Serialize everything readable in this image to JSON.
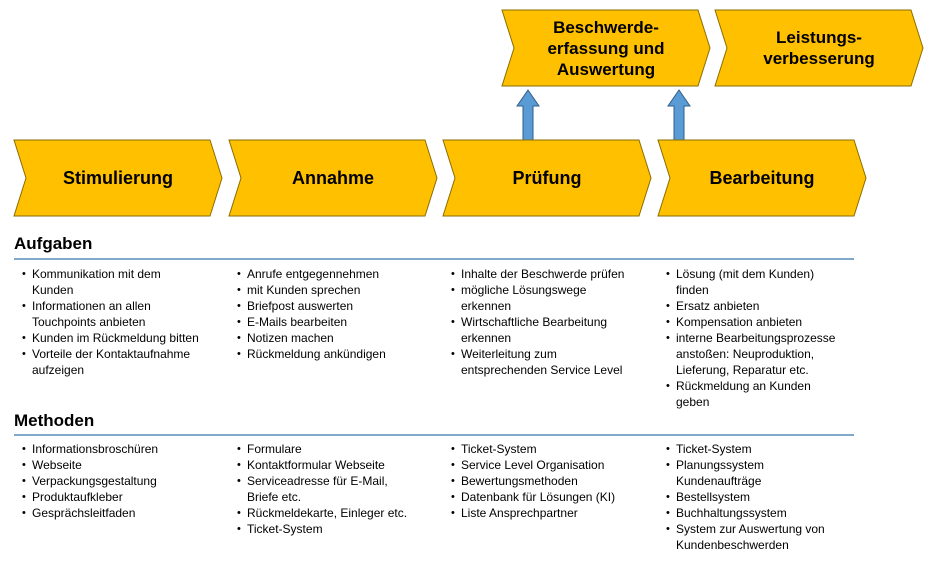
{
  "top_steps": [
    "Beschwerde-\nerfassung und\nAuswertung",
    "Leistungs-\nverbesserung"
  ],
  "steps": [
    "Stimulierung",
    "Annahme",
    "Prüfung",
    "Bearbeitung"
  ],
  "sections": {
    "aufgaben": {
      "title": "Aufgaben",
      "columns": [
        [
          "Kommunikation mit dem\nKunden",
          "Informationen  an allen\nTouchpoints anbieten",
          "Kunden im Rückmeldung bitten",
          "Vorteile der Kontaktaufnahme\naufzeigen"
        ],
        [
          "Anrufe entgegennehmen",
          "mit Kunden sprechen",
          "Briefpost auswerten",
          "E-Mails bearbeiten",
          "Notizen machen",
          "Rückmeldung ankündigen"
        ],
        [
          "Inhalte der Beschwerde prüfen",
          "mögliche Lösungswege\nerkennen",
          "Wirtschaftliche Bearbeitung\nerkennen",
          "Weiterleitung zum\nentsprechenden Service Level"
        ],
        [
          "Lösung (mit dem Kunden)\nfinden",
          "Ersatz anbieten",
          "Kompensation anbieten",
          "interne Bearbeitungsprozesse\nanstoßen: Neuproduktion,\nLieferung, Reparatur etc.",
          "Rückmeldung an Kunden\ngeben"
        ]
      ]
    },
    "methoden": {
      "title": "Methoden",
      "columns": [
        [
          "Informationsbroschüren",
          "Webseite",
          "Verpackungsgestaltung",
          "Produktaufkleber",
          "Gesprächsleitfaden"
        ],
        [
          "Formulare",
          "Kontaktformular Webseite",
          "Serviceadresse für E-Mail,\nBriefe etc.",
          "Rückmeldekarte, Einleger etc.",
          "Ticket-System"
        ],
        [
          "Ticket-System",
          "Service Level Organisation",
          "Bewertungsmethoden",
          "Datenbank für Lösungen (KI)",
          "Liste Ansprechpartner"
        ],
        [
          "Ticket-System",
          "Planungssystem\nKundenaufträge",
          "Bestellsystem",
          "Buchhaltungssystem",
          "System zur Auswertung von\nKundenbeschwerden"
        ]
      ]
    }
  },
  "colors": {
    "chevron_fill": "#FFC000",
    "chevron_stroke": "#8a6d00",
    "arrow_fill": "#5b9bd5",
    "arrow_stroke": "#2e5f8a",
    "divider": "#7fa8cc"
  }
}
